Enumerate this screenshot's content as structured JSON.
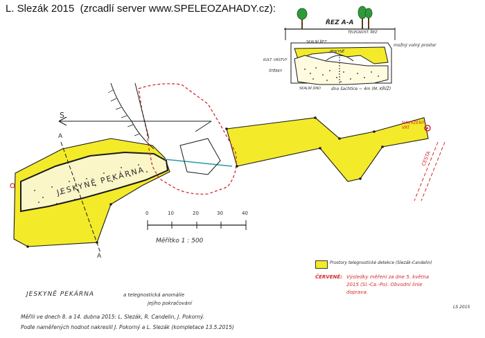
{
  "header": {
    "credit": "L. Slezák 2015",
    "mirror": "(zrcadlí server www.SPELEOZAHADY.cz):"
  },
  "cave_label": "JESKYNĚ PEKÁRNA",
  "section": {
    "title": "ŘEZ A-A",
    "label_telegnost": "TELEGNOST. ŘEZ",
    "label_skalni_rez": "SKALNÍ ŘEZ",
    "label_jeskyne": "JESKYNĚ",
    "label_prostor": "možný volný prostor",
    "label_kult_vrstvy": "KULT. VRSTVY",
    "label_sterky": "ŠTĚRKY",
    "label_skalni_dno": "SKALNÍ DNO",
    "label_dno_sachtice": "dno šachtice ~ 4m (M. KŘÍŽ)"
  },
  "map_labels": {
    "north": "S",
    "section_mark": "A",
    "vrt": "NAVRŽENÝ VRT",
    "cesta": "CESTA"
  },
  "scale": {
    "ticks": [
      "0",
      "10",
      "20",
      "30",
      "40"
    ],
    "label": "Měřítko 1 : 500"
  },
  "legend": {
    "yellow_text": "Prostory telegnostické detekce (Slezák-Candelin)",
    "red_heading": "ČERVENĚ:",
    "red_text_1": "Výsledky měření za dne 5. května",
    "red_text_2": "2015 (Sl.-Ca.-Po). Obvodní linie",
    "red_text_3": "doprava."
  },
  "caption": {
    "title": "JESKYNĚ PEKÁRNA",
    "subtitle_1": "a telegnostická anomálie",
    "subtitle_2": "jejího pokračování",
    "line_1": "Měřili ve dnech 8. a 14. dubna 2015: L. Slezák, R. Candelin, J. Pokorný.",
    "line_2": "Podle naměřených hodnot nakreslil J. Pokorný a L. Slezák (kompletace 13.5.2015)",
    "signature": "LS 2015"
  },
  "colors": {
    "fill_yellow": "#f3ea2a",
    "red": "#d6282b",
    "teal": "#2a9aa0",
    "ink": "#1a1a1a",
    "green": "#2f9a3a"
  },
  "icons": [
    "tree-icon",
    "north-arrow-icon"
  ]
}
